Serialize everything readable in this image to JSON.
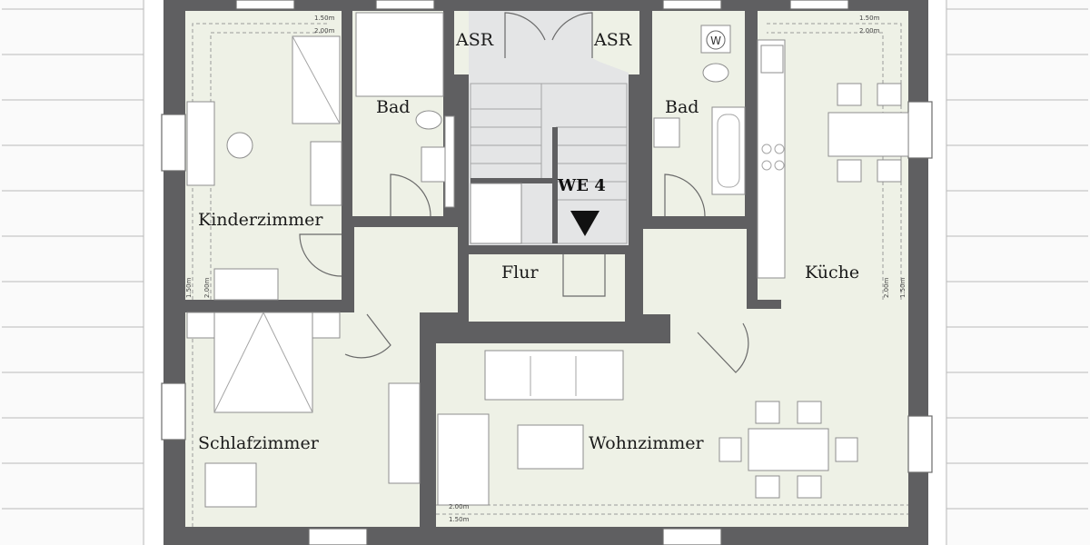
{
  "rooms": {
    "kinderzimmer": "Kinderzimmer",
    "bad_left": "Bad",
    "asr_left": "ASR",
    "asr_right": "ASR",
    "bad_right": "Bad",
    "kueche": "Küche",
    "flur": "Flur",
    "schlafzimmer": "Schlafzimmer",
    "wohnzimmer": "Wohnzimmer"
  },
  "unit_label": "WE 4",
  "washer_symbol": "W",
  "dimensions": {
    "kinder_150": "1.50m",
    "kinder_200": "2.00m",
    "kueche_150": "1.50m",
    "kueche_200": "2.00m",
    "kinder_side_150": "1.50m",
    "kinder_side_200": "2.00m",
    "kueche_side_200": "2.00m",
    "kueche_side_150": "1.50m",
    "wohn_200": "2.00m",
    "wohn_150": "1.50m"
  },
  "colors": {
    "wall": "#5f5f61",
    "floor": "#eef1e6",
    "stair_floor": "#e4e5e6"
  }
}
